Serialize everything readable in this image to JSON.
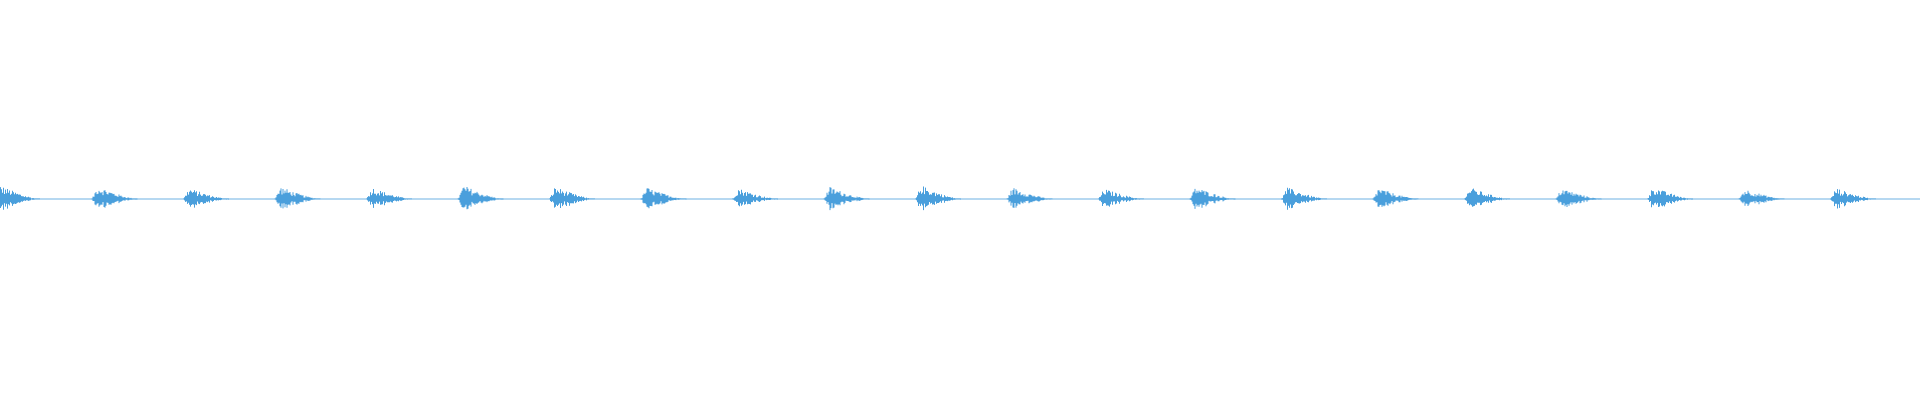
{
  "waveform": {
    "color": "#4a9fdc",
    "burst_count": 21,
    "bursts_relative_amplitude": [
      1.0,
      0.95,
      0.8,
      0.9,
      0.85,
      1.0,
      0.9,
      0.85,
      0.8,
      0.9,
      1.0,
      0.85,
      0.75,
      0.9,
      0.85,
      0.8,
      0.85,
      0.8,
      0.9,
      0.75,
      0.8
    ]
  }
}
